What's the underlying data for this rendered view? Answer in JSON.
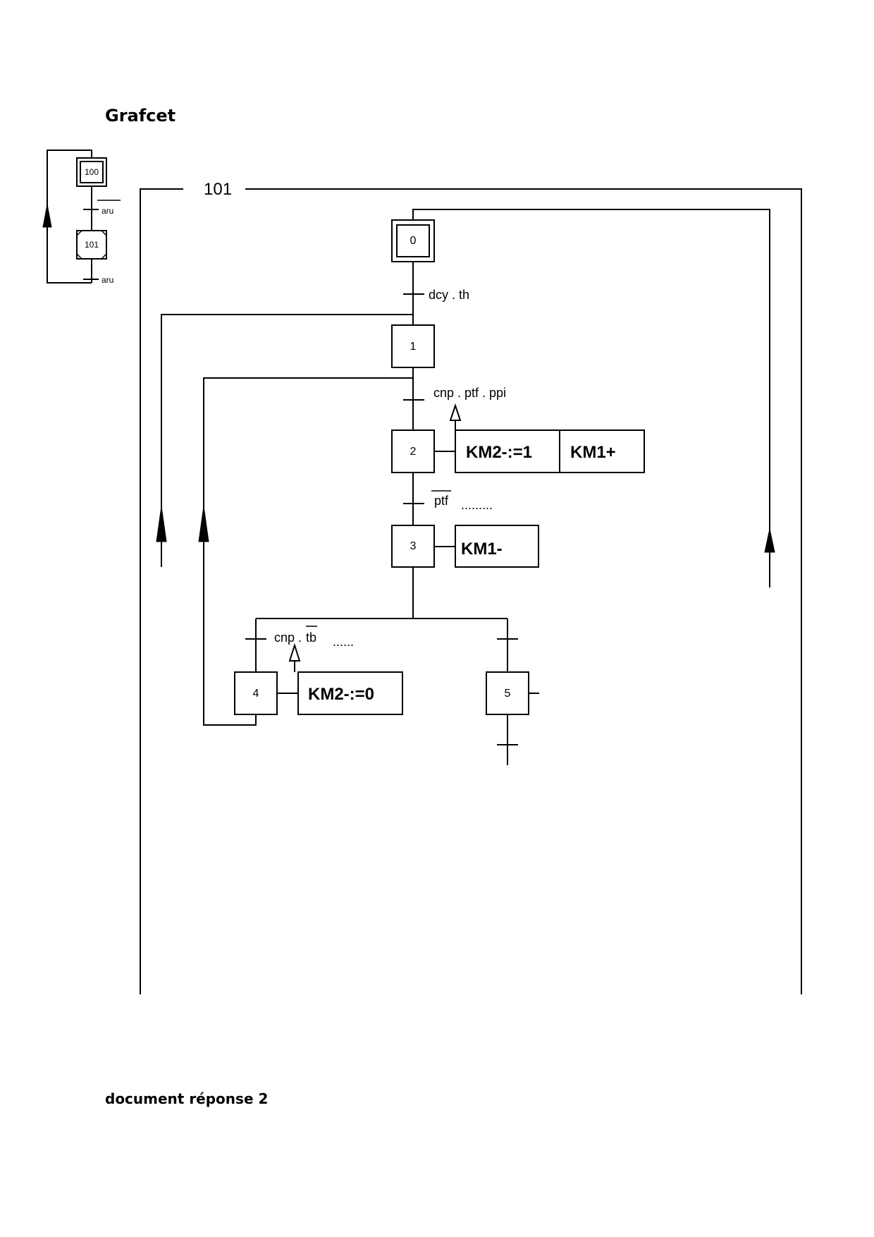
{
  "document": {
    "title": "Grafcet",
    "footer": "document réponse 2"
  },
  "safety_grafcet": {
    "steps": [
      {
        "id": "100",
        "initial": true
      },
      {
        "id": "101",
        "macro": true
      }
    ],
    "transitions": [
      {
        "condition": "aru",
        "negated": true
      },
      {
        "condition": "aru",
        "negated": false
      }
    ]
  },
  "macro_frame": {
    "label": "101"
  },
  "main_grafcet": {
    "steps": [
      {
        "id": "0",
        "initial": true
      },
      {
        "id": "1"
      },
      {
        "id": "2"
      },
      {
        "id": "3"
      },
      {
        "id": "4"
      },
      {
        "id": "5"
      }
    ],
    "transitions": {
      "t0_1": {
        "condition": "dcy . th"
      },
      "t1_2": {
        "condition": "cnp . ptf . ppi"
      },
      "t2_3": {
        "condition": "ptf",
        "negated": true,
        "fill": "........."
      },
      "t3_4": {
        "condition_a": "cnp . ",
        "condition_b": "tb",
        "negated_b": true,
        "fill": "......"
      }
    },
    "actions": {
      "step2": [
        "KM2-:=1",
        "KM1+"
      ],
      "step3": [
        "KM1-"
      ],
      "step4": [
        "KM2-:=0"
      ]
    }
  }
}
